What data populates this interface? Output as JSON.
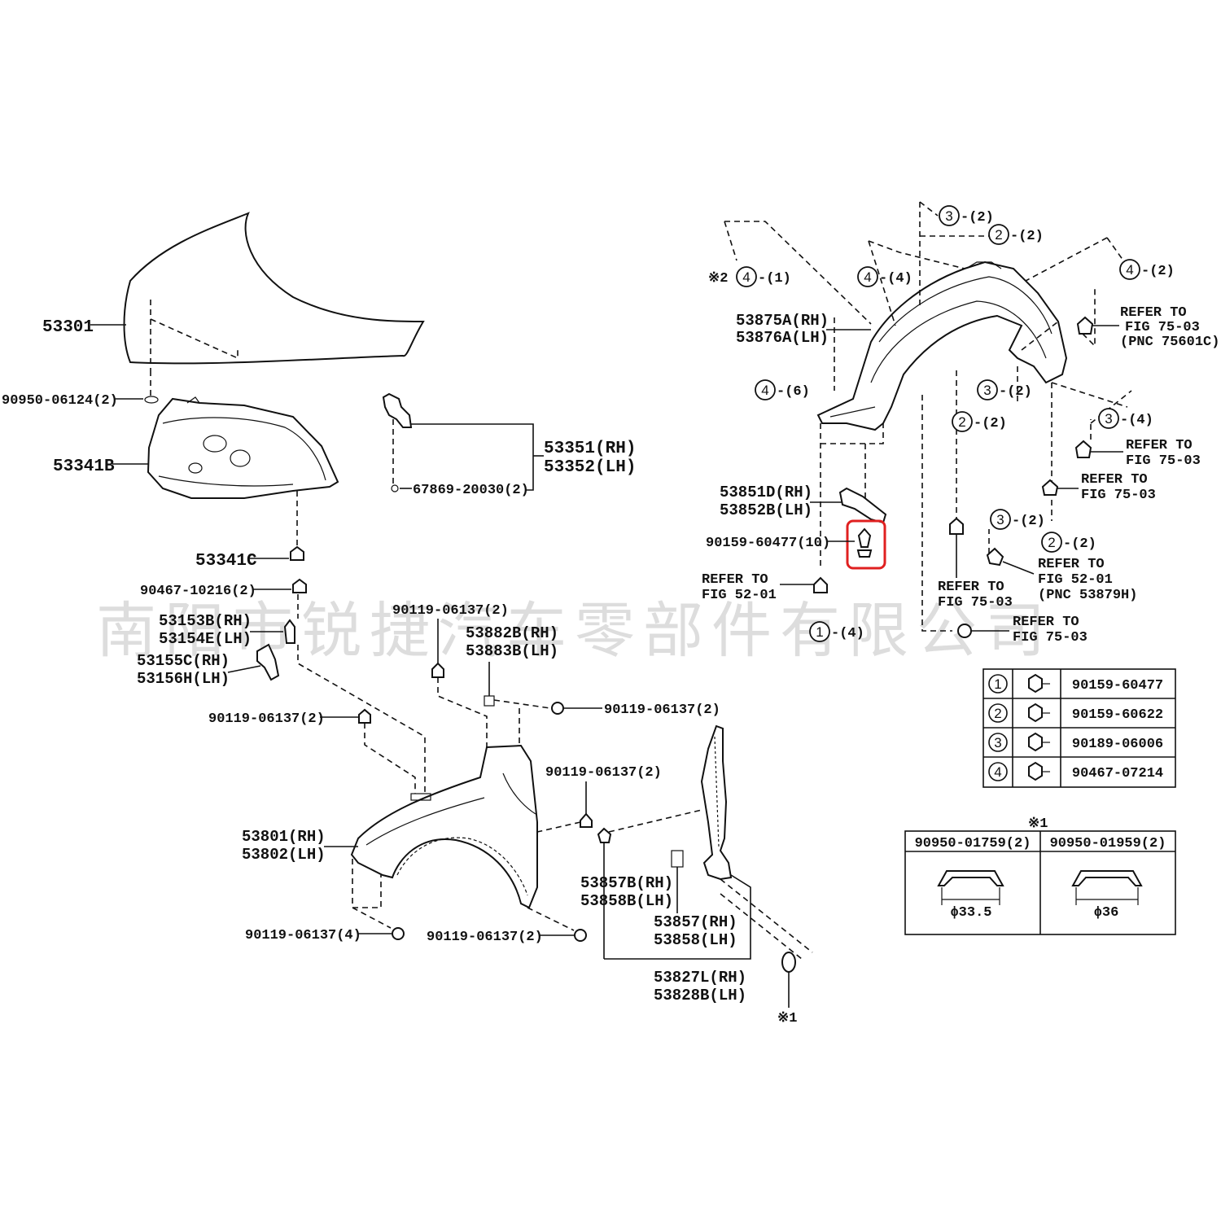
{
  "watermark": "南阳市锐捷汽车零部件有限公司",
  "labels": {
    "hood": "53301",
    "hood_seal": "90950-06124(2)",
    "insulator": "53341B",
    "insulator_clip": "53341C",
    "bracket_rh": "53351(RH)",
    "bracket_lh": "53352(LH)",
    "bracket_bolt": "67869-20030(2)",
    "clip_90467": "90467-10216(2)",
    "p53153b": "53153B(RH)",
    "p53154e": "53154E(LH)",
    "p53155c": "53155C(RH)",
    "p53156h": "53156H(LH)",
    "bolt_top": "90119-06137(2)",
    "p53882b": "53882B(RH)",
    "p53883b": "53883B(LH)",
    "bolt_right": "90119-06137(2)",
    "bolt_left": "90119-06137(2)",
    "bolt_mid": "90119-06137(2)",
    "fender_rh": "53801(RH)",
    "fender_lh": "53802(LH)",
    "bolt_bottom_left": "90119-06137(4)",
    "bolt_bottom_mid": "90119-06137(2)",
    "p53857b": "53857B(RH)",
    "p53858b": "53858B(LH)",
    "p53857": "53857(RH)",
    "p53858": "53858(LH)",
    "p53827l": "53827L(RH)",
    "p53828b": "53828B(LH)",
    "ref_mark_bottom": "※1",
    "liner_rh": "53875A(RH)",
    "liner_lh": "53876A(LH)",
    "ref_mark_2": "※2",
    "p53851d": "53851D(RH)",
    "p53852b": "53852B(LH)",
    "screw_90159": "90159-60477(10)",
    "refer_52_a": "REFER TO",
    "refer_52_b": "FIG 52-01",
    "refer_7503_a": "REFER TO",
    "refer_7503_b": "FIG 75-03",
    "refer_7503c_a": "REFER TO",
    "refer_7503c_b": "FIG 75-03",
    "refer_7503_right1_a": "REFER TO",
    "refer_7503_right1_b": "FIG 75-03",
    "refer_7503_right2_a": "REFER TO",
    "refer_7503_right2_b": "FIG 75-03",
    "refer_75601_a": "REFER TO",
    "refer_75601_b": "FIG 75-03",
    "refer_75601_c": "(PNC 75601C)",
    "refer_5201_a": "REFER TO",
    "refer_5201_b": "FIG 52-01",
    "refer_5201_c": "(PNC 53879H)"
  },
  "callouts": [
    {
      "num": "3",
      "qty": "-(2)"
    },
    {
      "num": "2",
      "qty": "-(2)"
    },
    {
      "num": "4",
      "qty": "-(4)"
    },
    {
      "num": "4",
      "qty": "-(2)"
    },
    {
      "num": "4",
      "qty": "-(1)"
    },
    {
      "num": "4",
      "qty": "-(6)"
    },
    {
      "num": "3",
      "qty": "-(2)"
    },
    {
      "num": "2",
      "qty": "-(2)"
    },
    {
      "num": "3",
      "qty": "-(4)"
    },
    {
      "num": "3",
      "qty": "-(2)"
    },
    {
      "num": "2",
      "qty": "-(2)"
    },
    {
      "num": "1",
      "qty": "-(4)"
    }
  ],
  "fastener_table": [
    {
      "num": "1",
      "icon": "screw-grommet-icon",
      "part": "90159-60477"
    },
    {
      "num": "2",
      "icon": "screw-grommet-icon",
      "part": "90159-60622"
    },
    {
      "num": "3",
      "icon": "push-clip-icon",
      "part": "90189-06006"
    },
    {
      "num": "4",
      "icon": "push-rivet-icon",
      "part": "90467-07214"
    }
  ],
  "seal_table": {
    "mark": "※1",
    "columns": [
      {
        "part": "90950-01759(2)",
        "diameter": "ϕ33.5"
      },
      {
        "part": "90950-01959(2)",
        "diameter": "ϕ36"
      }
    ]
  },
  "highlight_color": "#e02020"
}
